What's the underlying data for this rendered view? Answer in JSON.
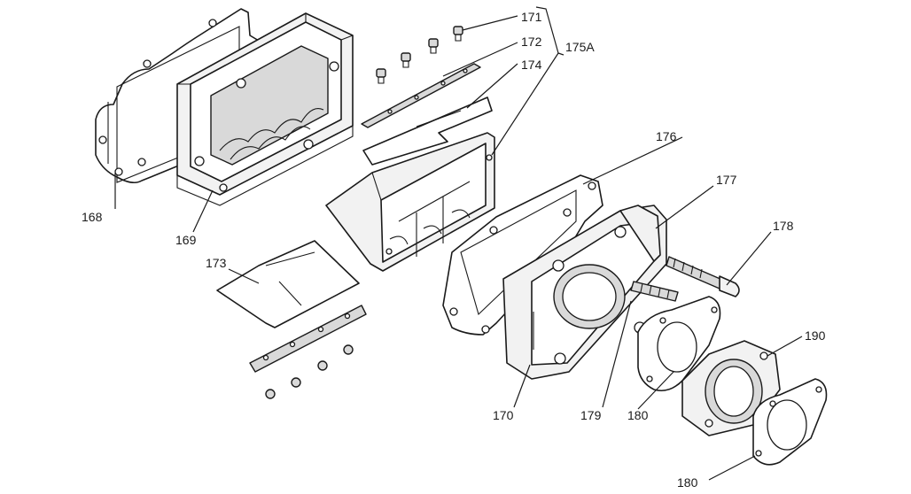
{
  "labels": {
    "p168": "168",
    "p169": "169",
    "p170": "170",
    "p171": "171",
    "p172": "172",
    "p173": "173",
    "p174": "174",
    "p175A": "175A",
    "p176": "176",
    "p177": "177",
    "p178": "178",
    "p179": "179",
    "p180a": "180",
    "p180b": "180",
    "p190": "190"
  }
}
